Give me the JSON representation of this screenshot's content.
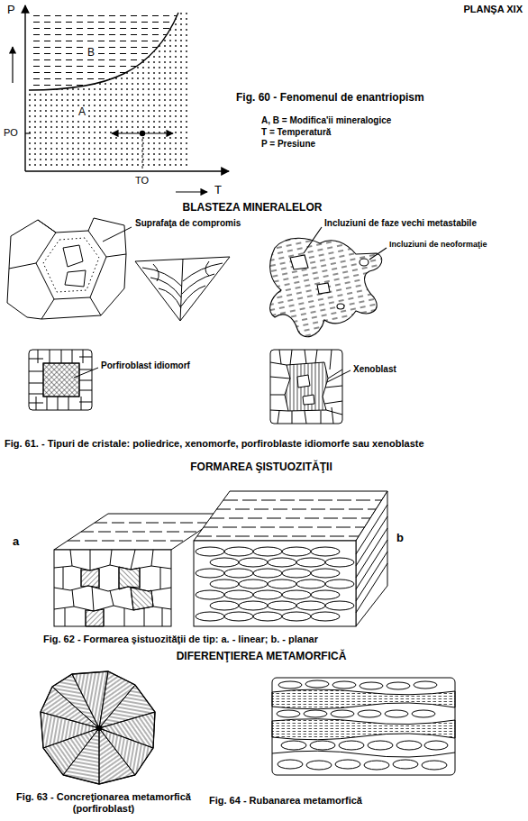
{
  "diagram": {
    "title": "PLANŞA XIX",
    "labels": [
      "P",
      "B",
      "A",
      "PO",
      "T",
      "TO",
      "Fig. 60 - Fenomenul de enantriopism",
      "A, B = Modifica'ii mineralogice",
      "T = Temperatură",
      "P = Presiune",
      "BLASTEZA MINERALELOR",
      "Suprafaţa de compromis",
      "Incluziuni de faze vechi metastabile",
      "Incluziuni de neoformaţie",
      "Porfiroblast idiomorf",
      "Xenoblast",
      "Fig. 61. - Tipuri de cristale: poliedrice, xenomorfe, porfiroblaste idiomorfe sau xenoblaste",
      "FORMAREA ŞISTUOZITĂŢII",
      "a",
      "b",
      "Fig. 62 - Formarea şistuozităţii de tip: a. - linear; b. - planar",
      "DIFERENŢIEREA METAMORFICĂ",
      "Fig. 63 - Concreţionarea metamorfică (porfiroblast)",
      "Fig. 64 - Rubanarea metamorfică"
    ]
  }
}
